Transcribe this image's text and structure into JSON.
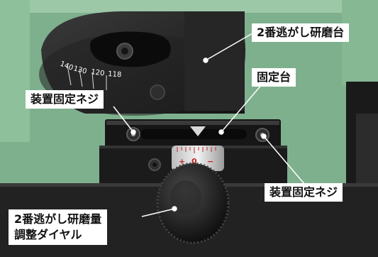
{
  "labels": {
    "relief_grinding_base": "2番逃がし研磨台",
    "fixing_base": "固定台",
    "fixing_screw_left": "装置固定ネジ",
    "fixing_screw_right": "装置固定ネジ",
    "dial_line1": "2番逃がし研磨量",
    "dial_line2": "調整ダイヤル"
  },
  "scale_marks": [
    "140",
    "130",
    "120",
    "118"
  ],
  "dial_marks": [
    "0",
    "+",
    "−"
  ],
  "colors": {
    "machine_green": "#7fb08e",
    "body_black": "#1c1c1c",
    "label_bg": "#ffffff",
    "dial_scale_red": "#c0282b"
  }
}
